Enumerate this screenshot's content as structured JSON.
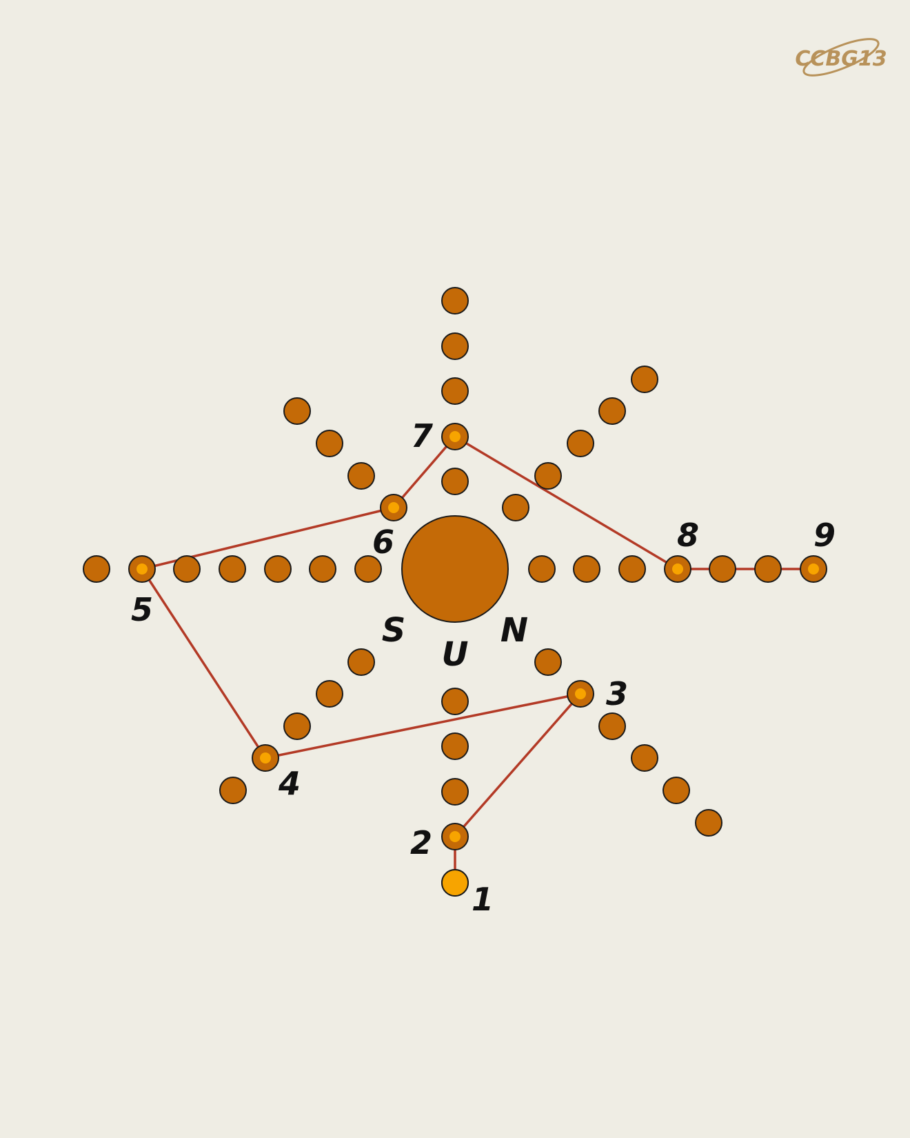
{
  "logo": {
    "text": "CCBG13"
  },
  "center_letters": [
    "S",
    "U",
    "N"
  ],
  "step_labels": [
    "1",
    "2",
    "3",
    "4",
    "5",
    "6",
    "7",
    "8",
    "9"
  ],
  "colors": {
    "background": "#efede4",
    "dot_fill": "#c46a07",
    "dot_stroke": "#1a1a1a",
    "highlight_fill": "#f7a400",
    "path_line": "#b33a26",
    "label_text": "#111111",
    "logo": "#b8925a"
  }
}
